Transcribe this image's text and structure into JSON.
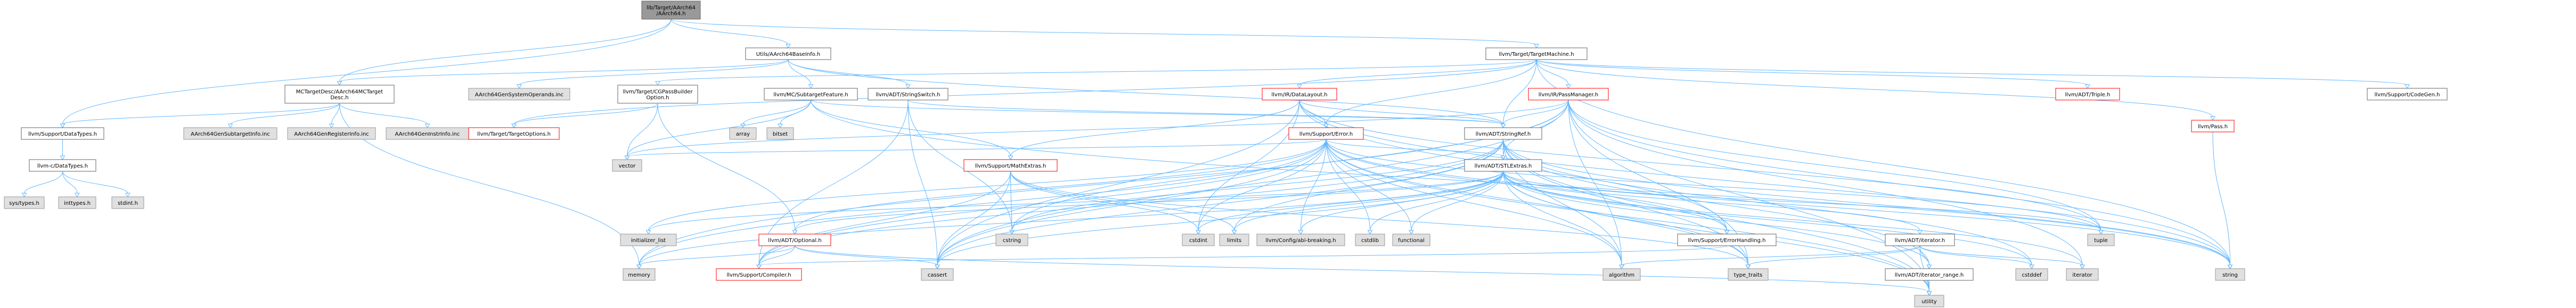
{
  "graph": {
    "palette": {
      "root_fill": "#999999",
      "node_fill": "#ffffff",
      "node_border": "#666666",
      "external_fill": "#e0e0e0",
      "external_border": "#999999",
      "red_border": "#ff0000",
      "red_text": "#ff0000",
      "edge_color": "#63b8ff"
    },
    "nodes": [
      {
        "id": "root",
        "lines": [
          "lib/Target/AArch64",
          "/AArch64.h"
        ],
        "style": "root"
      },
      {
        "id": "utils_basinfo",
        "lines": [
          "Utils/AArch64BaseInfo.h"
        ],
        "style": "normal"
      },
      {
        "id": "target_machine",
        "lines": [
          "llvm/Target/TargetMachine.h"
        ],
        "style": "normal"
      },
      {
        "id": "mctargetdesc",
        "lines": [
          "MCTargetDesc/AArch64MCTarget",
          "Desc.h"
        ],
        "style": "normal"
      },
      {
        "id": "sysoperands",
        "lines": [
          "AArch64GenSystemOperands.inc"
        ],
        "style": "external"
      },
      {
        "id": "cgpassbuilder",
        "lines": [
          "llvm/Target/CGPassBuilder",
          "Option.h"
        ],
        "style": "normal"
      },
      {
        "id": "subtargetfeature",
        "lines": [
          "llvm/MC/SubtargetFeature.h"
        ],
        "style": "normal"
      },
      {
        "id": "stringswitch",
        "lines": [
          "llvm/ADT/StringSwitch.h"
        ],
        "style": "normal"
      },
      {
        "id": "datalayout",
        "lines": [
          "llvm/IR/DataLayout.h"
        ],
        "style": "red"
      },
      {
        "id": "passmanager",
        "lines": [
          "llvm/IR/PassManager.h"
        ],
        "style": "red"
      },
      {
        "id": "triple",
        "lines": [
          "llvm/ADT/Triple.h"
        ],
        "style": "red"
      },
      {
        "id": "pass",
        "lines": [
          "llvm/Pass.h"
        ],
        "style": "red"
      },
      {
        "id": "codegen",
        "lines": [
          "llvm/Support/CodeGen.h"
        ],
        "style": "normal"
      },
      {
        "id": "datatypes",
        "lines": [
          "llvm/Support/DataTypes.h"
        ],
        "style": "normal"
      },
      {
        "id": "subtargetinfo",
        "lines": [
          "AArch64GenSubtargetInfo.inc"
        ],
        "style": "external"
      },
      {
        "id": "registerinfo",
        "lines": [
          "AArch64GenRegisterInfo.inc"
        ],
        "style": "external"
      },
      {
        "id": "instrinfo",
        "lines": [
          "AArch64GenInstrInfo.inc"
        ],
        "style": "external"
      },
      {
        "id": "targetoptions",
        "lines": [
          "llvm/Target/TargetOptions.h"
        ],
        "style": "red"
      },
      {
        "id": "array",
        "lines": [
          "array"
        ],
        "style": "external"
      },
      {
        "id": "bitset",
        "lines": [
          "bitset"
        ],
        "style": "external"
      },
      {
        "id": "stringref",
        "lines": [
          "llvm/ADT/StringRef.h"
        ],
        "style": "normal"
      },
      {
        "id": "support_error",
        "lines": [
          "llvm/Support/Error.h"
        ],
        "style": "red"
      },
      {
        "id": "mathextras",
        "lines": [
          "llvm/Support/MathExtras.h"
        ],
        "style": "red"
      },
      {
        "id": "stlextras",
        "lines": [
          "llvm/ADT/STLExtras.h"
        ],
        "style": "normal"
      },
      {
        "id": "c_datatypes",
        "lines": [
          "llvm-c/DataTypes.h"
        ],
        "style": "normal"
      },
      {
        "id": "vector",
        "lines": [
          "vector"
        ],
        "style": "external"
      },
      {
        "id": "sys_types",
        "lines": [
          "sys/types.h"
        ],
        "style": "external"
      },
      {
        "id": "inttypes",
        "lines": [
          "inttypes.h"
        ],
        "style": "external"
      },
      {
        "id": "stdint",
        "lines": [
          "stdint.h"
        ],
        "style": "external"
      },
      {
        "id": "initializer_list",
        "lines": [
          "initializer_list"
        ],
        "style": "external"
      },
      {
        "id": "optional",
        "lines": [
          "llvm/ADT/Optional.h"
        ],
        "style": "red"
      },
      {
        "id": "memory",
        "lines": [
          "memory"
        ],
        "style": "external"
      },
      {
        "id": "compiler",
        "lines": [
          "llvm/Support/Compiler.h"
        ],
        "style": "red"
      },
      {
        "id": "cstring",
        "lines": [
          "cstring"
        ],
        "style": "external"
      },
      {
        "id": "cassert",
        "lines": [
          "cassert"
        ],
        "style": "external"
      },
      {
        "id": "limits",
        "lines": [
          "limits"
        ],
        "style": "external"
      },
      {
        "id": "cstdint",
        "lines": [
          "cstdint"
        ],
        "style": "external"
      },
      {
        "id": "abi_breaking",
        "lines": [
          "llvm/Config/abi-breaking.h"
        ],
        "style": "external"
      },
      {
        "id": "cstdlib",
        "lines": [
          "cstdlib"
        ],
        "style": "external"
      },
      {
        "id": "functional",
        "lines": [
          "functional"
        ],
        "style": "external"
      },
      {
        "id": "errorhandling",
        "lines": [
          "llvm/Support/ErrorHandling.h"
        ],
        "style": "normal"
      },
      {
        "id": "iterator",
        "lines": [
          "llvm/ADT/iterator.h"
        ],
        "style": "normal"
      },
      {
        "id": "iterator_range",
        "lines": [
          "llvm/ADT/iterator_range.h"
        ],
        "style": "normal"
      },
      {
        "id": "algorithm",
        "lines": [
          "algorithm"
        ],
        "style": "external"
      },
      {
        "id": "type_traits",
        "lines": [
          "type_traits"
        ],
        "style": "external"
      },
      {
        "id": "utility",
        "lines": [
          "utility"
        ],
        "style": "external"
      },
      {
        "id": "cstddef",
        "lines": [
          "cstddef"
        ],
        "style": "external"
      },
      {
        "id": "iterator_std",
        "lines": [
          "iterator"
        ],
        "style": "external"
      },
      {
        "id": "tuple",
        "lines": [
          "tuple"
        ],
        "style": "external"
      },
      {
        "id": "string",
        "lines": [
          "string"
        ],
        "style": "external"
      }
    ],
    "edges": [
      [
        "root",
        "utils_basinfo"
      ],
      [
        "root",
        "target_machine"
      ],
      [
        "root",
        "mctargetdesc"
      ],
      [
        "root",
        "datatypes"
      ],
      [
        "utils_basinfo",
        "sysoperands"
      ],
      [
        "utils_basinfo",
        "subtargetfeature"
      ],
      [
        "utils_basinfo",
        "stringswitch"
      ],
      [
        "utils_basinfo",
        "mctargetdesc"
      ],
      [
        "utils_basinfo",
        "stringref"
      ],
      [
        "target_machine",
        "cgpassbuilder"
      ],
      [
        "target_machine",
        "datalayout"
      ],
      [
        "target_machine",
        "passmanager"
      ],
      [
        "target_machine",
        "triple"
      ],
      [
        "target_machine",
        "pass"
      ],
      [
        "target_machine",
        "codegen"
      ],
      [
        "target_machine",
        "targetoptions"
      ],
      [
        "target_machine",
        "support_error"
      ],
      [
        "target_machine",
        "string"
      ],
      [
        "target_machine",
        "stringref"
      ],
      [
        "mctargetdesc",
        "datatypes"
      ],
      [
        "mctargetdesc",
        "subtargetinfo"
      ],
      [
        "mctargetdesc",
        "registerinfo"
      ],
      [
        "mctargetdesc",
        "instrinfo"
      ],
      [
        "mctargetdesc",
        "memory"
      ],
      [
        "datatypes",
        "c_datatypes"
      ],
      [
        "c_datatypes",
        "sys_types"
      ],
      [
        "c_datatypes",
        "inttypes"
      ],
      [
        "c_datatypes",
        "stdint"
      ],
      [
        "cgpassbuilder",
        "optional"
      ],
      [
        "cgpassbuilder",
        "targetoptions"
      ],
      [
        "cgpassbuilder",
        "vector"
      ],
      [
        "subtargetfeature",
        "array"
      ],
      [
        "subtargetfeature",
        "bitset"
      ],
      [
        "subtargetfeature",
        "stringref"
      ],
      [
        "subtargetfeature",
        "mathextras"
      ],
      [
        "subtargetfeature",
        "string"
      ],
      [
        "subtargetfeature",
        "vector"
      ],
      [
        "stringswitch",
        "stringref"
      ],
      [
        "stringswitch",
        "compiler"
      ],
      [
        "stringswitch",
        "cassert"
      ],
      [
        "stringswitch",
        "cstring"
      ],
      [
        "datalayout",
        "stringref"
      ],
      [
        "datalayout",
        "mathextras"
      ],
      [
        "datalayout",
        "support_error"
      ],
      [
        "datalayout",
        "string"
      ],
      [
        "datalayout",
        "cassert"
      ],
      [
        "datalayout",
        "cstdint"
      ],
      [
        "datalayout",
        "tuple"
      ],
      [
        "datalayout",
        "errorhandling"
      ],
      [
        "passmanager",
        "stlextras"
      ],
      [
        "passmanager",
        "stringref"
      ],
      [
        "passmanager",
        "vector"
      ],
      [
        "passmanager",
        "algorithm"
      ],
      [
        "passmanager",
        "cassert"
      ],
      [
        "passmanager",
        "cstring"
      ],
      [
        "passmanager",
        "memory"
      ],
      [
        "passmanager",
        "string"
      ],
      [
        "passmanager",
        "tuple"
      ],
      [
        "passmanager",
        "type_traits"
      ],
      [
        "passmanager",
        "utility"
      ],
      [
        "passmanager",
        "iterator_std"
      ],
      [
        "pass",
        "string"
      ],
      [
        "stringref",
        "stlextras"
      ],
      [
        "stringref",
        "compiler"
      ],
      [
        "stringref",
        "algorithm"
      ],
      [
        "stringref",
        "cassert"
      ],
      [
        "stringref",
        "cstddef"
      ],
      [
        "stringref",
        "cstring"
      ],
      [
        "stringref",
        "limits"
      ],
      [
        "stringref",
        "string"
      ],
      [
        "stringref",
        "type_traits"
      ],
      [
        "stringref",
        "utility"
      ],
      [
        "stringref",
        "iterator_range"
      ],
      [
        "support_error",
        "stlextras"
      ],
      [
        "support_error",
        "abi_breaking"
      ],
      [
        "support_error",
        "compiler"
      ],
      [
        "support_error",
        "errorhandling"
      ],
      [
        "support_error",
        "optional"
      ],
      [
        "support_error",
        "algorithm"
      ],
      [
        "support_error",
        "cassert"
      ],
      [
        "support_error",
        "cstdint"
      ],
      [
        "support_error",
        "cstdlib"
      ],
      [
        "support_error",
        "functional"
      ],
      [
        "support_error",
        "initializer_list"
      ],
      [
        "support_error",
        "memory"
      ],
      [
        "support_error",
        "string"
      ],
      [
        "support_error",
        "system_error_placeholder"
      ],
      [
        "support_error",
        "type_traits"
      ],
      [
        "support_error",
        "utility"
      ],
      [
        "support_error",
        "vector"
      ],
      [
        "support_error",
        "tuple"
      ],
      [
        "mathextras",
        "compiler"
      ],
      [
        "mathextras",
        "cassert"
      ],
      [
        "mathextras",
        "climits_placeholder"
      ],
      [
        "mathextras",
        "cstdint"
      ],
      [
        "mathextras",
        "cstring"
      ],
      [
        "mathextras",
        "limits"
      ],
      [
        "mathextras",
        "type_traits"
      ],
      [
        "stlextras",
        "optional"
      ],
      [
        "stlextras",
        "iterator"
      ],
      [
        "stlextras",
        "iterator_range"
      ],
      [
        "stlextras",
        "abi_breaking"
      ],
      [
        "stlextras",
        "errorhandling"
      ],
      [
        "stlextras",
        "algorithm"
      ],
      [
        "stlextras",
        "cassert"
      ],
      [
        "stlextras",
        "cstddef"
      ],
      [
        "stlextras",
        "cstdint"
      ],
      [
        "stlextras",
        "cstdlib"
      ],
      [
        "stlextras",
        "functional"
      ],
      [
        "stlextras",
        "initializer_list"
      ],
      [
        "stlextras",
        "iterator_std"
      ],
      [
        "stlextras",
        "limits"
      ],
      [
        "stlextras",
        "memory"
      ],
      [
        "stlextras",
        "tuple"
      ],
      [
        "stlextras",
        "type_traits"
      ],
      [
        "stlextras",
        "utility"
      ],
      [
        "optional",
        "compiler"
      ],
      [
        "optional",
        "cassert"
      ],
      [
        "optional",
        "memory"
      ],
      [
        "optional",
        "utility"
      ],
      [
        "errorhandling",
        "compiler"
      ],
      [
        "iterator",
        "iterator_range"
      ],
      [
        "iterator",
        "algorithm"
      ],
      [
        "iterator",
        "cstddef"
      ],
      [
        "iterator",
        "iterator_std"
      ],
      [
        "iterator",
        "type_traits"
      ],
      [
        "iterator",
        "utility"
      ],
      [
        "iterator_range",
        "utility"
      ]
    ]
  }
}
